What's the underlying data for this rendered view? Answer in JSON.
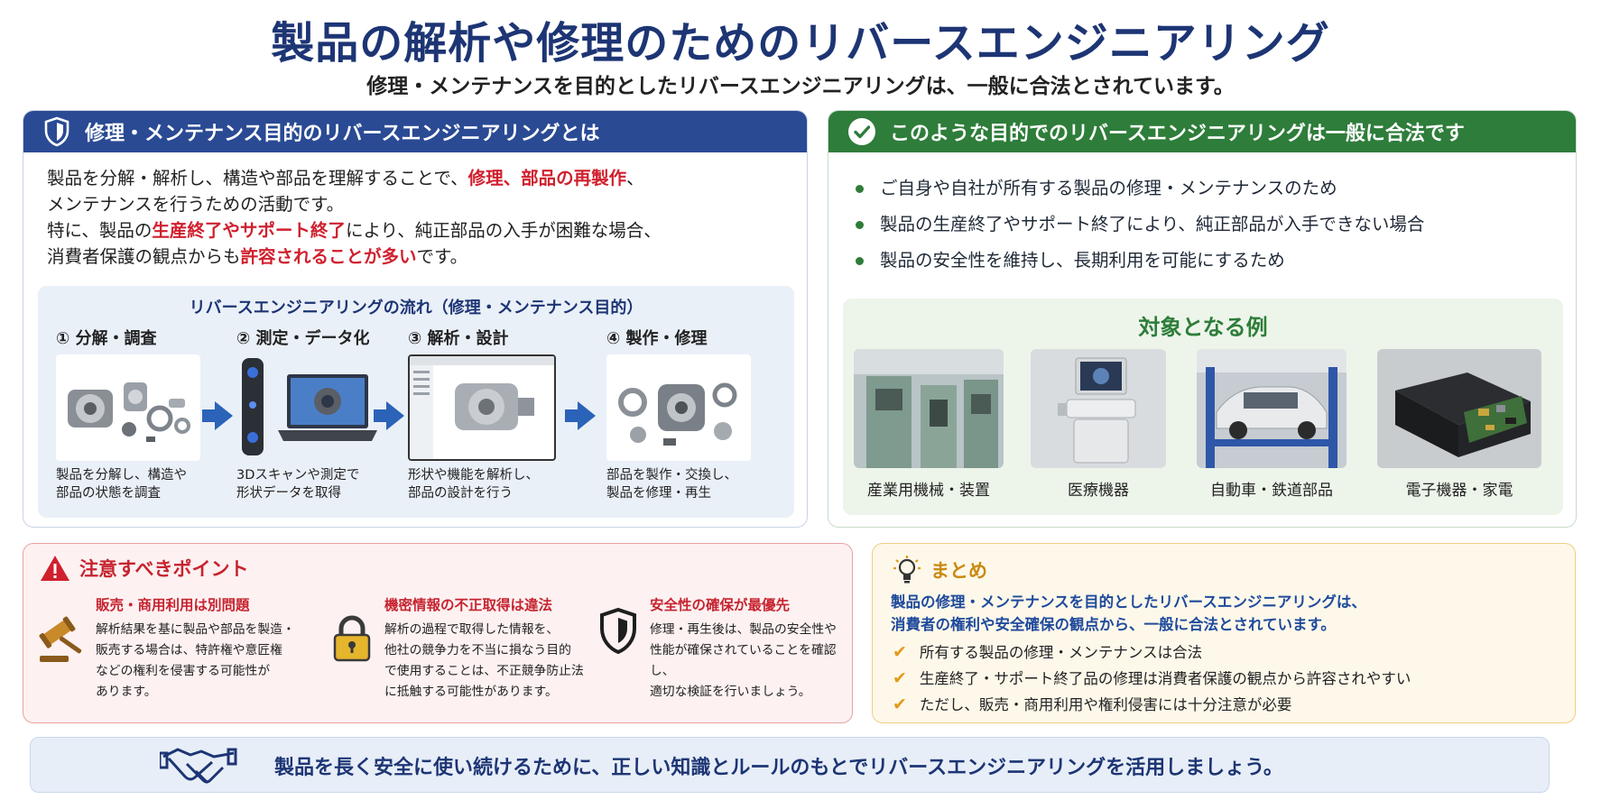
{
  "header": {
    "title": "製品の解析や修理のためのリバースエンジニアリング",
    "subtitle": "修理・メンテナンスを目的としたリバースエンジニアリングは、一般に合法とされています。"
  },
  "left_panel": {
    "heading": "修理・メンテナンス目的のリバースエンジニアリングとは",
    "icon": "shield-icon",
    "intro": {
      "l1_a": "製品を分解・解析し、構造や部品を理解することで、",
      "l1_b": "修理、部品の再製作",
      "l1_c": "、",
      "l2": "メンテナンスを行うための活動です。",
      "l3_a": "特に、製品の",
      "l3_b": "生産終了やサポート終了",
      "l3_c": "により、純正部品の入手が困難な場合、",
      "l4_a": "消費者保護の観点からも",
      "l4_b": "許容されることが多い",
      "l4_c": "です。"
    },
    "flow": {
      "title": "リバースエンジニアリングの流れ（修理・メンテナンス目的）",
      "steps": [
        {
          "label": "① 分解・調査",
          "desc1": "製品を分解し、構造や",
          "desc2": "部品の状態を調査"
        },
        {
          "label": "② 測定・データ化",
          "desc1": "3Dスキャンや測定で",
          "desc2": "形状データを取得"
        },
        {
          "label": "③ 解析・設計",
          "desc1": "形状や機能を解析し、",
          "desc2": "部品の設計を行う"
        },
        {
          "label": "④ 製作・修理",
          "desc1": "部品を製作・交換し、",
          "desc2": "製品を修理・再生"
        }
      ]
    }
  },
  "right_panel": {
    "heading": "このような目的でのリバースエンジニアリングは一般に合法です",
    "icon": "check-circle-icon",
    "bullets": [
      "ご自身や自社が所有する製品の修理・メンテナンスのため",
      "製品の生産終了やサポート終了により、純正部品が入手できない場合",
      "製品の安全性を維持し、長期利用を可能にするため"
    ],
    "examples": {
      "title": "対象となる例",
      "items": [
        "産業用機械・装置",
        "医療機器",
        "自動車・鉄道部品",
        "電子機器・家電"
      ]
    }
  },
  "caution": {
    "heading": "注意すべきポイント",
    "items": [
      {
        "title": "販売・商用利用は別問題",
        "lines": [
          "解析結果を基に製品や部品を製造・",
          "販売する場合は、特許権や意匠権",
          "などの権利を侵害する可能性が",
          "あります。"
        ],
        "icon": "gavel-icon"
      },
      {
        "title": "機密情報の不正取得は違法",
        "lines": [
          "解析の過程で取得した情報を、",
          "他社の競争力を不当に損なう目的",
          "で使用することは、不正競争防止法",
          "に抵触する可能性があります。"
        ],
        "icon": "padlock-icon"
      },
      {
        "title": "安全性の確保が最優先",
        "lines": [
          "修理・再生後は、製品の安全性や",
          "性能が確保されていることを確認し、",
          "適切な検証を行いましょう。"
        ],
        "icon": "shield-icon"
      }
    ]
  },
  "summary": {
    "heading": "まとめ",
    "lead1": "製品の修理・メンテナンスを目的としたリバースエンジニアリングは、",
    "lead2": "消費者の権利や安全確保の観点から、一般に合法とされています。",
    "items": [
      "所有する製品の修理・メンテナンスは合法",
      "生産終了・サポート終了品の修理は消費者保護の観点から許容されやすい",
      "ただし、販売・商用利用や権利侵害には十分注意が必要"
    ]
  },
  "footer": {
    "text": "製品を長く安全に使い続けるために、正しい知識とルールのもとでリバースエンジニアリングを活用しましょう。",
    "icon": "handshake-icon"
  },
  "colors": {
    "navy": "#1d3574",
    "blue_header": "#2a4a94",
    "green_header": "#2e7d3a",
    "caution_red": "#c62430",
    "summary_orange": "#c98a12"
  }
}
